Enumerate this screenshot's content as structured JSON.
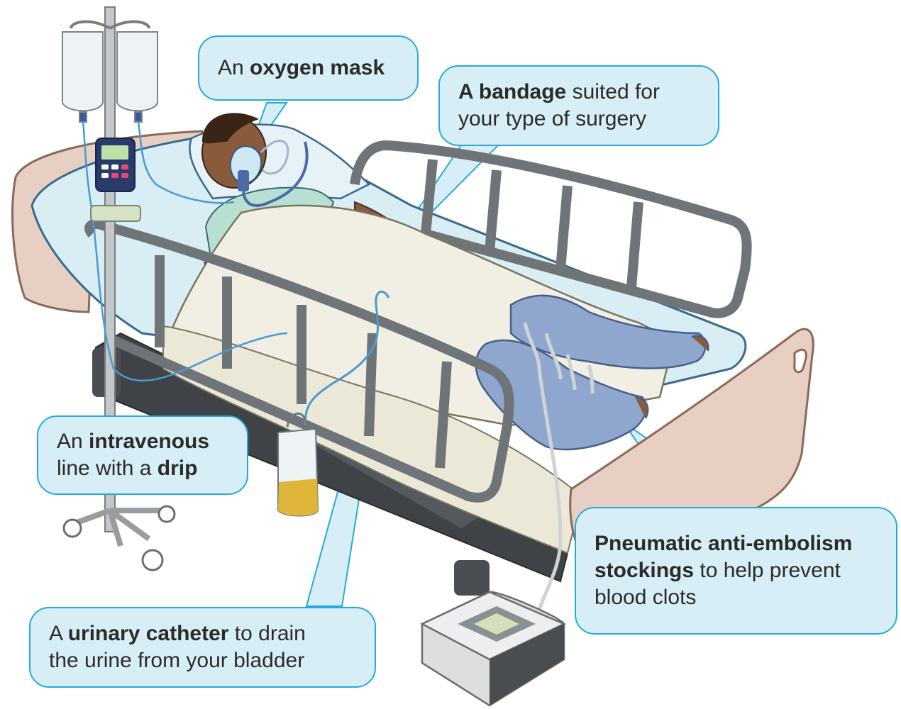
{
  "colors": {
    "callout_fill": "#d7eef6",
    "callout_border": "#27a9dc",
    "text": "#2b2b2b",
    "bed_frame": "#6f7478",
    "headboard": "#e8cfc3",
    "mattress": "#d9edf5",
    "sheet": "#f1efe3",
    "gown": "#b8e0d2",
    "skin": "#8a5a3c",
    "stockings": "#8fa6cf",
    "urine": "#e0b63a"
  },
  "callouts": {
    "oxygen": {
      "pre": "An ",
      "bold": "oxygen mask"
    },
    "bandage": {
      "bold": "A bandage",
      "l1_rest": " suited for",
      "l2": "your type of surgery"
    },
    "iv": {
      "pre": "An ",
      "bold": "intravenous",
      "l2_pre": "line with a ",
      "l2_bold": "drip"
    },
    "catheter": {
      "pre": "A ",
      "bold": "urinary catheter",
      "l1_rest": " to drain",
      "l2": "the urine from your bladder"
    },
    "stockings": {
      "l1_bold": "Pneumatic anti-embolism",
      "l2_bold": "stockings",
      "l2_rest": " to help prevent",
      "l3": "blood clots"
    }
  }
}
